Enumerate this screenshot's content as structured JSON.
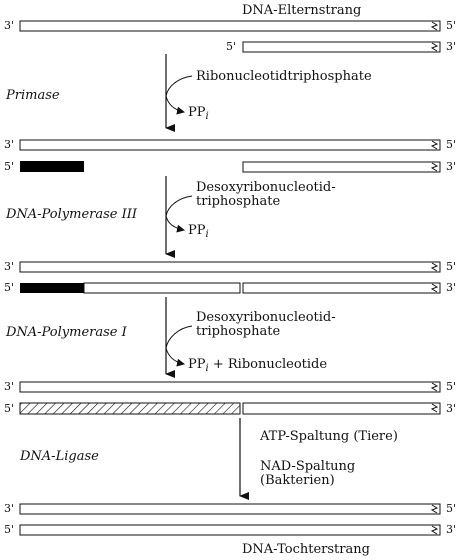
{
  "labels": {
    "top_title": "DNA-Elternstrang",
    "bottom_title": "DNA-Tochterstrang",
    "end3": "3'",
    "end5": "5'"
  },
  "enzymes": {
    "primase": "Primase",
    "pol3": "DNA-Polymerase III",
    "pol1": "DNA-Polymerase I",
    "ligase": "DNA-Ligase"
  },
  "substrates": {
    "step1": "Ribonucleotidtriphosphate",
    "step2_line1": "Desoxyribonucleotid-",
    "step2_line2": "triphosphate",
    "step3_line1": "Desoxyribonucleotid-",
    "step3_line2": "triphosphate"
  },
  "products": {
    "pp": "PP",
    "pp_sub": "i",
    "ribonucleotide": "+ Ribonucleotide"
  },
  "ligase_notes": {
    "atp": "ATP-Spaltung (Tiere)",
    "nad_line1": "NAD-Spaltung",
    "nad_line2": "(Bakterien)"
  }
}
